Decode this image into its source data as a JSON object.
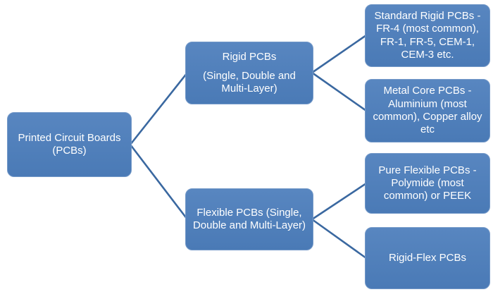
{
  "diagram": {
    "type": "hierarchy",
    "direction": "left-to-right",
    "colors": {
      "node_fill": "#4d7eba",
      "node_border": "#7499c8",
      "connector": "#3a68a0",
      "text": "#ffffff",
      "background": "#ffffff"
    },
    "nodes": {
      "root": {
        "label": "Printed Circuit Boards (PCBs)"
      },
      "rigid": {
        "title": "Rigid PCBs",
        "subtitle": "(Single, Double and Multi-Layer)"
      },
      "flexible": {
        "label": "Flexible PCBs (Single, Double and Multi-Layer)"
      },
      "standard_rigid": {
        "label": "Standard Rigid PCBs - FR-4 (most common), FR-1, FR-5, CEM-1, CEM-3 etc."
      },
      "metal_core": {
        "label": "Metal Core PCBs - Aluminium (most common), Copper alloy etc"
      },
      "pure_flexible": {
        "label": "Pure Flexible PCBs - Polymide (most common) or PEEK"
      },
      "rigid_flex": {
        "label": "Rigid-Flex PCBs"
      }
    },
    "edges": [
      {
        "from": "root",
        "to": "rigid"
      },
      {
        "from": "root",
        "to": "flexible"
      },
      {
        "from": "rigid",
        "to": "standard_rigid"
      },
      {
        "from": "rigid",
        "to": "metal_core"
      },
      {
        "from": "flexible",
        "to": "pure_flexible"
      },
      {
        "from": "flexible",
        "to": "rigid_flex"
      }
    ]
  }
}
